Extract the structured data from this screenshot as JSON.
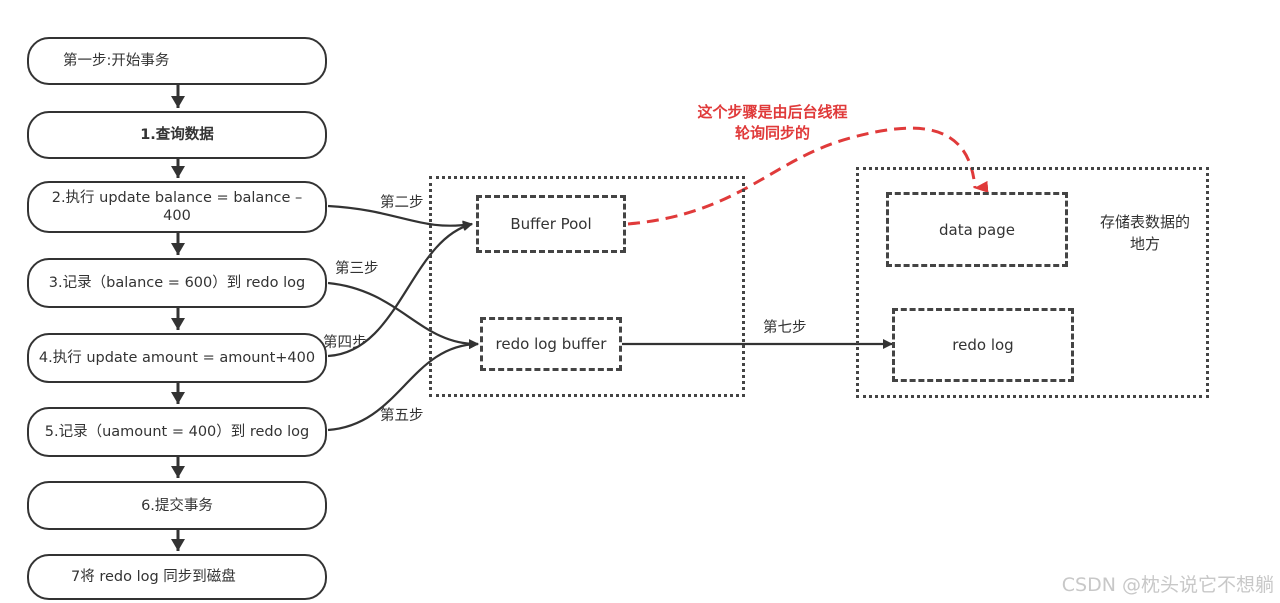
{
  "flow_steps": [
    {
      "label": "第一步:开始事务"
    },
    {
      "label": "1.查询数据"
    },
    {
      "label": "2.执行 update balance = balance –",
      "label2": "400"
    },
    {
      "label": "3.记录（balance = 600）到 redo log"
    },
    {
      "label": "4.执行 update amount = amount+400"
    },
    {
      "label": "5.记录（uamount = 400）到 redo log"
    },
    {
      "label": "6.提交事务"
    },
    {
      "label": "7将 redo log 同步到磁盘"
    }
  ],
  "memory_area": {
    "buffer_pool": "Buffer Pool",
    "redo_log_buffer": "redo log buffer"
  },
  "disk_area": {
    "data_page": "data page",
    "redo_log": "redo log",
    "description_line1": "存储表数据的",
    "description_line2": "地方"
  },
  "edge_labels": {
    "step2": "第二步",
    "step3": "第三步",
    "step4": "第四步",
    "step5": "第五步",
    "step7": "第七步"
  },
  "annotation": {
    "line1": "这个步骤是由后台线程",
    "line2": "轮询同步的",
    "color": "#e03a3a"
  },
  "watermark": "CSDN @枕头说它不想躺"
}
